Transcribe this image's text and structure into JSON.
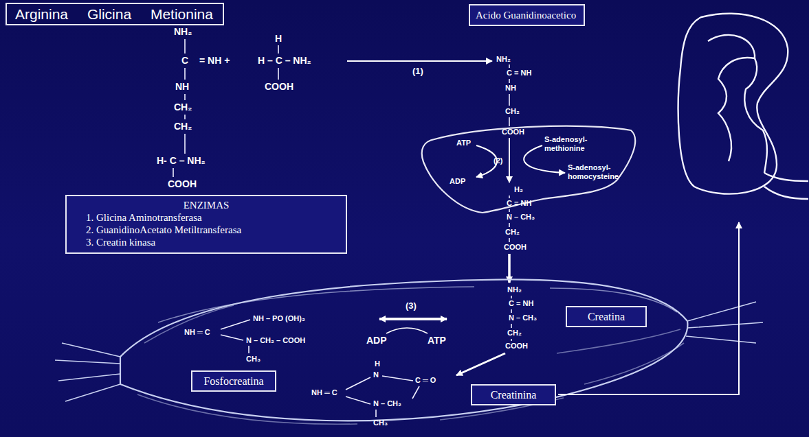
{
  "diagram": {
    "nodes": [
      {
        "text": [
          "Arginina Glicina Metionina"
        ]
      },
      {
        "text": [
          "Acido Guanidinoacetico"
        ]
      },
      {
        "text": [
          "ENZIMAS",
          "1. Glicina Aminotransferasa",
          "2. GuanidinoAcetato Metiltransferasa",
          "3. Creatin kinasa"
        ]
      },
      {
        "text": [
          "Creatina"
        ]
      },
      {
        "text": [
          "Fosfocreatina"
        ]
      },
      {
        "text": [
          "Creatinina"
        ]
      }
    ],
    "labels": [
      "NH₂",
      "C",
      "= NH +",
      "H",
      "H – C – NH₂",
      "NH",
      "COOH",
      "CH₂",
      "CH₂",
      "H- C – NH₂",
      "COOH",
      "(1)",
      "NH₂",
      "C = NH",
      "NH",
      "CH₂",
      "COOH",
      "ATP",
      "(2)",
      "ADP",
      "S-adenosyl- methionine",
      "S-adenosyl- homocysteine",
      "H₂",
      "C = NH",
      "N – CH₃",
      "CH₂",
      "COOH",
      "NH₂",
      "C = NH",
      "N – CH₃",
      "CH₂",
      "COOH",
      "(3)",
      "ADP",
      "ATP",
      "NH – PO (OH)₂",
      "NH ═ C",
      "N – CH₂ – COOH",
      "CH₃",
      "H",
      "N",
      "C ═ O",
      "NH ═ C",
      "N – CH₂",
      "CH₃"
    ]
  }
}
